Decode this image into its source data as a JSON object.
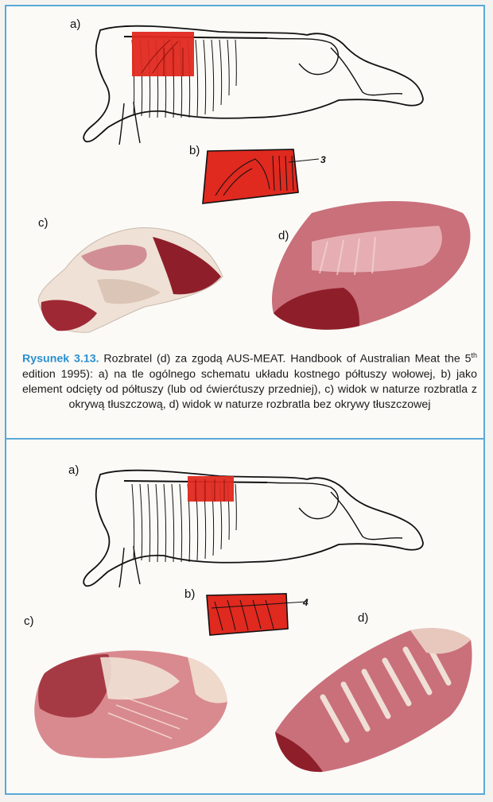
{
  "figure_top": {
    "labels": {
      "a": "a)",
      "b": "b)",
      "c": "c)",
      "d": "d)"
    },
    "callout": "3",
    "caption": {
      "lead": "Rysunek 3.13.",
      "line1": "Rozbratel (d) za zgodą AUS-MEAT. Handbook of Australian Meat",
      "line2_pre": "the 5",
      "line2_sup": "th",
      "line2_post": "edition 1995): a) na tle ogólnego schematu układu kostnego półtuszy",
      "line3": "wołowej, b) jako element odcięty od półtuszy (lub od ćwierćtuszy przedniej),",
      "line4": "c) widok w naturze rozbratla z okrywą tłuszczową, d) widok w naturze rozbratla",
      "line5": "bez okrywy tłuszczowej"
    }
  },
  "figure_bottom": {
    "labels": {
      "a": "a)",
      "b": "b)",
      "c": "c)",
      "d": "d)"
    },
    "callout": "4"
  },
  "colors": {
    "frame": "#5aa9d8",
    "highlight": "#e0291f",
    "caption_lead": "#2a8fd0",
    "meat_dark": "#8e1f2a",
    "meat_light": "#d98a8f",
    "fat": "#efe1d5"
  }
}
